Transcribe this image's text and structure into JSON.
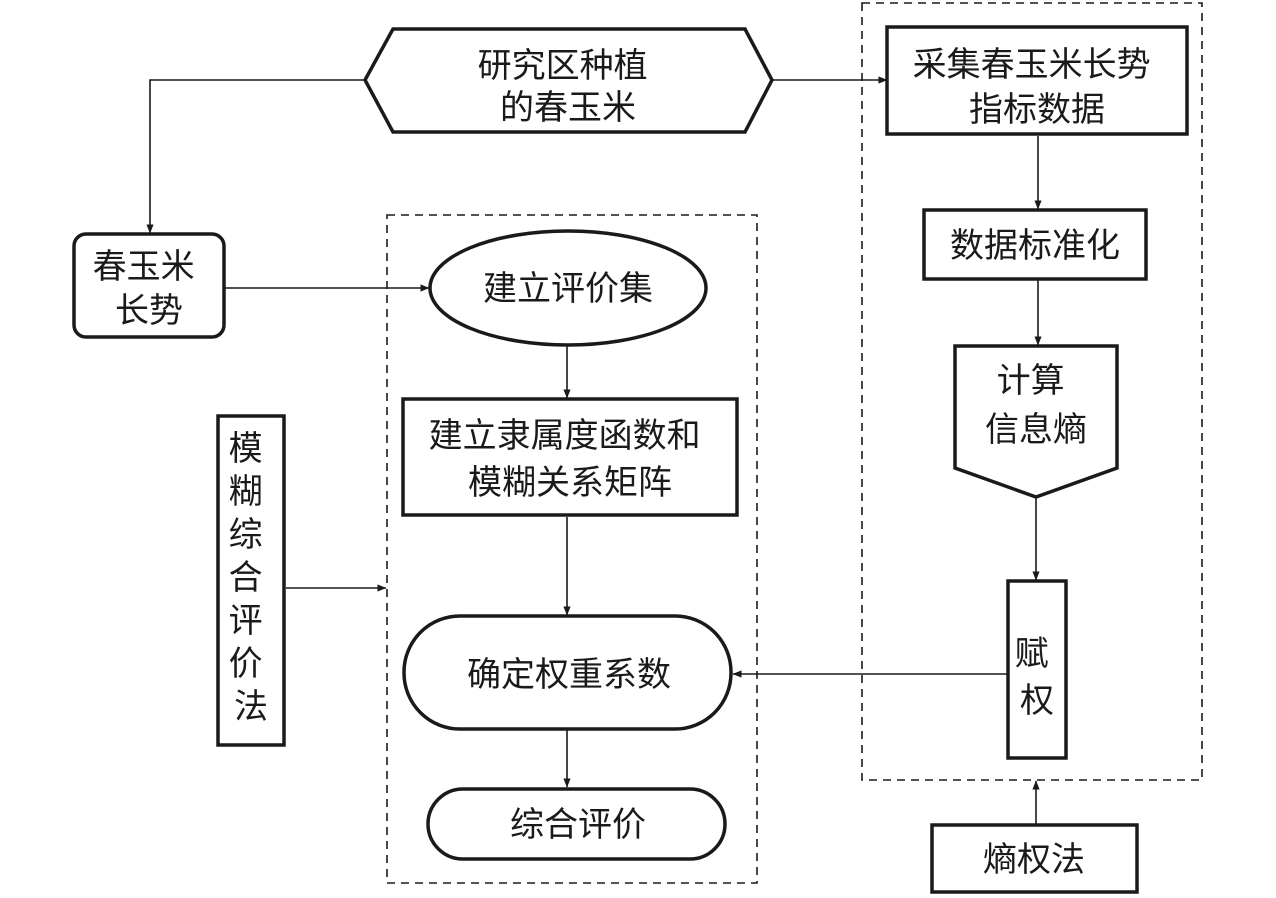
{
  "nodes": {
    "spring_corn_source": {
      "lines": [
        "研究区种植",
        "的春玉米"
      ]
    },
    "corn_growth": {
      "lines": [
        "春玉米",
        "长势"
      ]
    },
    "collect_data": {
      "lines": [
        "采集春玉米长势",
        "指标数据"
      ]
    },
    "standardize": {
      "lines": [
        "数据标准化"
      ]
    },
    "info_entropy": {
      "lines": [
        "计算",
        "信息熵"
      ]
    },
    "assign_weight": {
      "lines": [
        "赋",
        "权"
      ]
    },
    "entropy_method": {
      "lines": [
        "熵权法"
      ]
    },
    "evaluation_set": {
      "lines": [
        "建立评价集"
      ]
    },
    "membership": {
      "lines": [
        "建立隶属度函数和",
        "模糊关系矩阵"
      ]
    },
    "weight_coef": {
      "lines": [
        "确定权重系数"
      ]
    },
    "comprehensive_eval": {
      "lines": [
        "综合评价"
      ]
    },
    "fuzzy_method": {
      "lines": [
        "模",
        "糊",
        "综",
        "合",
        "评",
        "价",
        "法"
      ]
    }
  }
}
